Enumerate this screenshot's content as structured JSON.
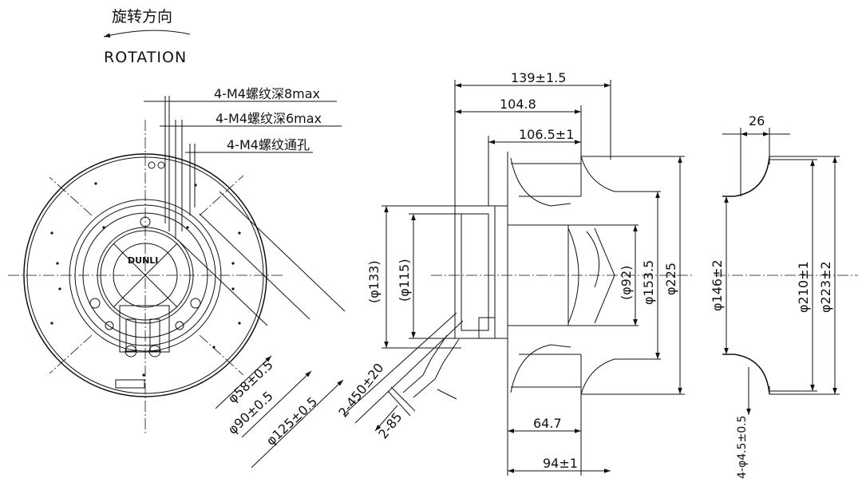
{
  "rotation": {
    "label_cn": "旋转方向",
    "label_en": "ROTATION"
  },
  "front_view": {
    "callout_thread_8": "4-M4螺纹深8max",
    "callout_thread_6": "4-M4螺纹深6max",
    "callout_thread_through": "4-M4螺纹通孔",
    "dim_d58": "φ58±0.5",
    "dim_d90": "φ90±0.5",
    "dim_d125": "φ125±0.5",
    "dim_cable_length": "2-450±20",
    "dim_cable_strip": "2-85",
    "brand": "DUNLI"
  },
  "side_view": {
    "dim_overall_length": "139±1.5",
    "dim_104_8": "104.8",
    "dim_106_5": "106.5±1",
    "dim_64_7": "64.7",
    "dim_94": "94±1",
    "dim_d133": "(φ133)",
    "dim_d115": "(φ115)",
    "dim_d92": "(φ92)",
    "dim_d153_5": "φ153.5",
    "dim_d225": "φ225"
  },
  "inlet_ring": {
    "dim_width": "26",
    "dim_d146": "φ146±2",
    "dim_d210": "φ210±1",
    "dim_d223": "φ223±2",
    "dim_holes": "4-φ4.5±0.5"
  }
}
